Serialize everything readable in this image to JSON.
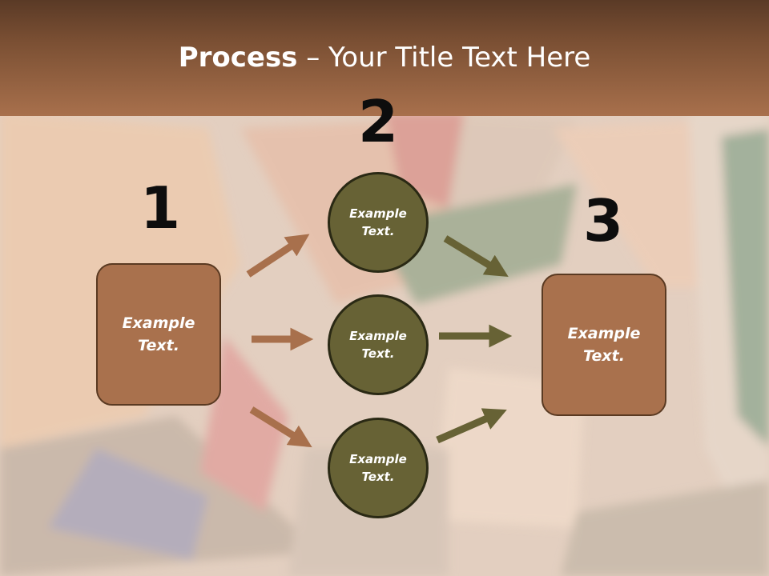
{
  "title": {
    "bold": "Process",
    "rest": " – Your Title Text Here"
  },
  "steps": {
    "one": "1",
    "two": "2",
    "three": "3"
  },
  "left_box": {
    "label": "Example\nText."
  },
  "right_box": {
    "label": "Example\nText."
  },
  "circles": [
    {
      "label": "Example\nText."
    },
    {
      "label": "Example\nText."
    },
    {
      "label": "Example\nText."
    }
  ],
  "colors": {
    "box": "#a9714d",
    "circle": "#676235",
    "arrow_brown": "#a8704c",
    "arrow_olive": "#676235",
    "header": "#7a4f33"
  }
}
